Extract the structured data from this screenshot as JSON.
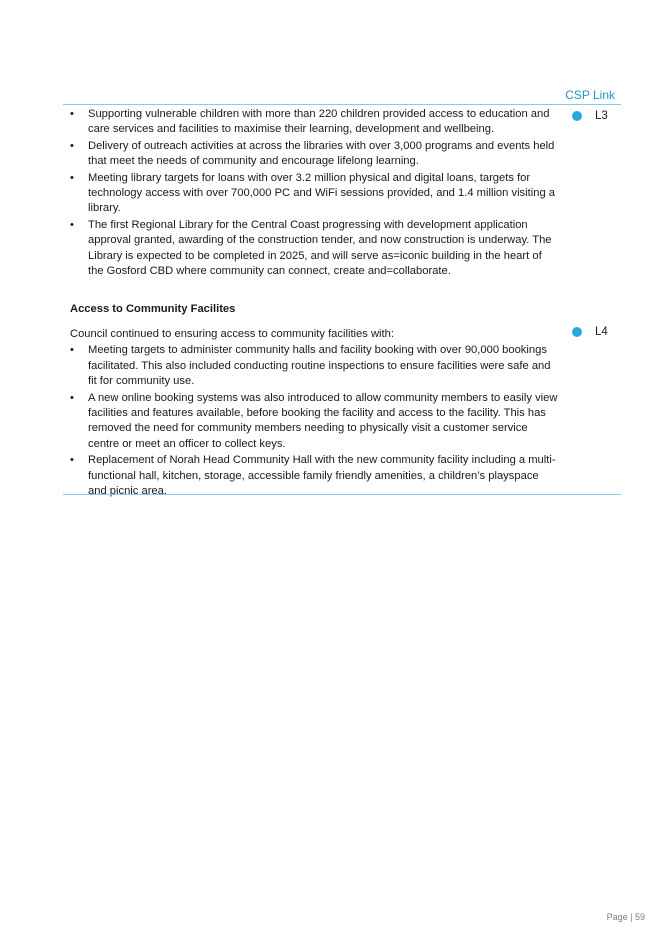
{
  "header": {
    "csp_label": "CSP Link"
  },
  "accent_color": "#29a8e0",
  "section1": {
    "bullets": [
      "Supporting vulnerable children with more than 220 children provided access to education and care services and facilities to maximise their learning, development and wellbeing.",
      "Delivery of outreach activities at across the libraries with over 3,000 programs and events held that meet the needs of community and encourage lifelong learning.",
      "Meeting library targets for loans with over 3.2 million physical and digital loans, targets for technology access with over 700,000 PC and WiFi sessions provided, and 1.4 million visiting a library.",
      "The first Regional Library for the Central Coast progressing with development application approval granted, awarding of the construction tender, and now construction is underway. The Library is expected to be completed in 2025, and will serve as=iconic building in the heart of the Gosford CBD where community can connect, create and=collaborate."
    ],
    "csp_link": "L3"
  },
  "section2": {
    "title": "Access to Community Facilites",
    "intro": "Council continued to ensuring access to community facilities with:",
    "bullets": [
      "Meeting targets to administer community halls and facility booking with over 90,000 bookings facilitated. This also included conducting routine inspections to ensure facilities were safe and fit for community use.",
      "A new online booking systems was also introduced to allow community members to easily view facilities and features available, before booking the facility and access to the facility. This has removed the need for community members needing to physically visit a customer service centre or meet an officer to collect keys.",
      "Replacement of Norah Head Community Hall with the new community facility including a multi-functional hall, kitchen, storage, accessible family friendly amenities, a children’s playspace and picnic area."
    ],
    "csp_link": "L4"
  },
  "footer": {
    "page_label": "Page | 59"
  }
}
